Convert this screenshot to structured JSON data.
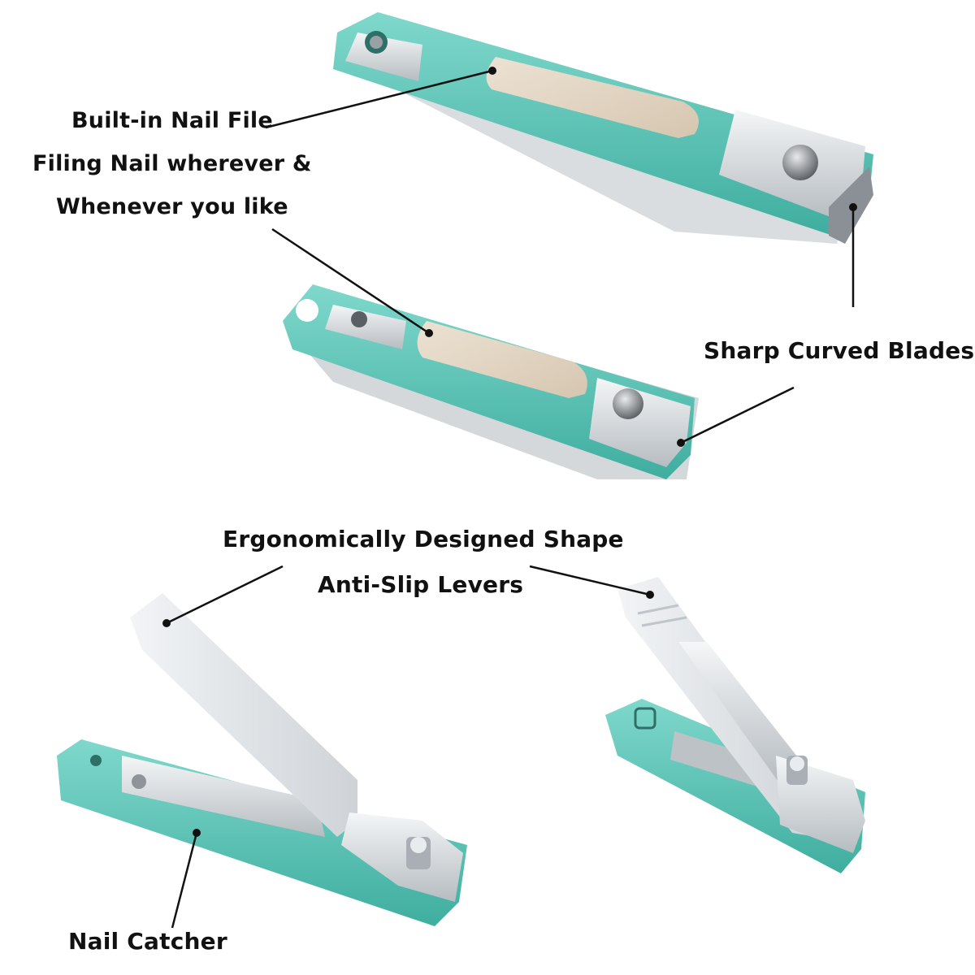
{
  "callouts": {
    "nail_file": "Built-in Nail File",
    "filing_line1": "Filing Nail wherever &",
    "filing_line2": "Whenever you like",
    "blades": "Sharp Curved Blades",
    "ergonomic": "Ergonomically Designed Shape",
    "anti_slip": "Anti-Slip Levers",
    "catcher": "Nail Catcher"
  },
  "colors": {
    "teal": "#5fc9bb",
    "teal_dark": "#3fae9f",
    "steel": "#cfd4d8",
    "file_beige": "#e3d6c4",
    "lever_white": "#e6e9ec"
  }
}
